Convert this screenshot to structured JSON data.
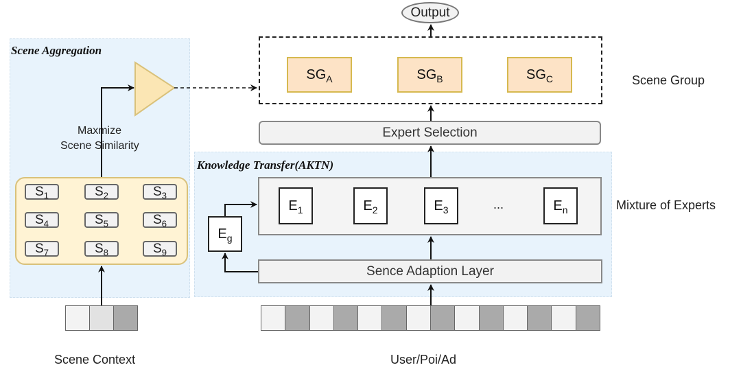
{
  "scene_aggregation": {
    "title": "Scene Aggregation",
    "annotation_line1": "Maxmize",
    "annotation_line2": "Scene Similarity",
    "scenes": [
      {
        "base": "S",
        "sub": "1"
      },
      {
        "base": "S",
        "sub": "2"
      },
      {
        "base": "S",
        "sub": "3"
      },
      {
        "base": "S",
        "sub": "4"
      },
      {
        "base": "S",
        "sub": "5"
      },
      {
        "base": "S",
        "sub": "6"
      },
      {
        "base": "S",
        "sub": "7"
      },
      {
        "base": "S",
        "sub": "8"
      },
      {
        "base": "S",
        "sub": "9"
      }
    ]
  },
  "output": {
    "label": "Output"
  },
  "scene_group": {
    "label": "Scene Group",
    "groups": [
      {
        "base": "SG",
        "sub": "A"
      },
      {
        "base": "SG",
        "sub": "B"
      },
      {
        "base": "SG",
        "sub": "C"
      }
    ]
  },
  "expert_selection": {
    "label": "Expert Selection"
  },
  "knowledge_transfer": {
    "title": "Knowledge Transfer(AKTN)",
    "mixture_label": "Mixture of Experts",
    "experts": [
      {
        "base": "E",
        "sub": "1"
      },
      {
        "base": "E",
        "sub": "2"
      },
      {
        "base": "E",
        "sub": "3"
      },
      {
        "base": "E",
        "sub": "n"
      }
    ],
    "ellipsis": "...",
    "gate_expert": {
      "base": "E",
      "sub": "g"
    },
    "adaption_layer": "Sence Adaption Layer"
  },
  "inputs": {
    "scene_context": {
      "label": "Scene Context",
      "cells": [
        "#f3f3f3",
        "#e2e2e2",
        "#aaaaaa"
      ]
    },
    "user_poi_ad": {
      "label": "User/Poi/Ad",
      "cells": [
        "#f3f3f3",
        "#aaaaaa",
        "#f3f3f3",
        "#aaaaaa",
        "#f3f3f3",
        "#aaaaaa",
        "#f3f3f3",
        "#aaaaaa",
        "#f3f3f3",
        "#aaaaaa",
        "#f3f3f3",
        "#aaaaaa",
        "#f3f3f3",
        "#aaaaaa"
      ]
    }
  }
}
